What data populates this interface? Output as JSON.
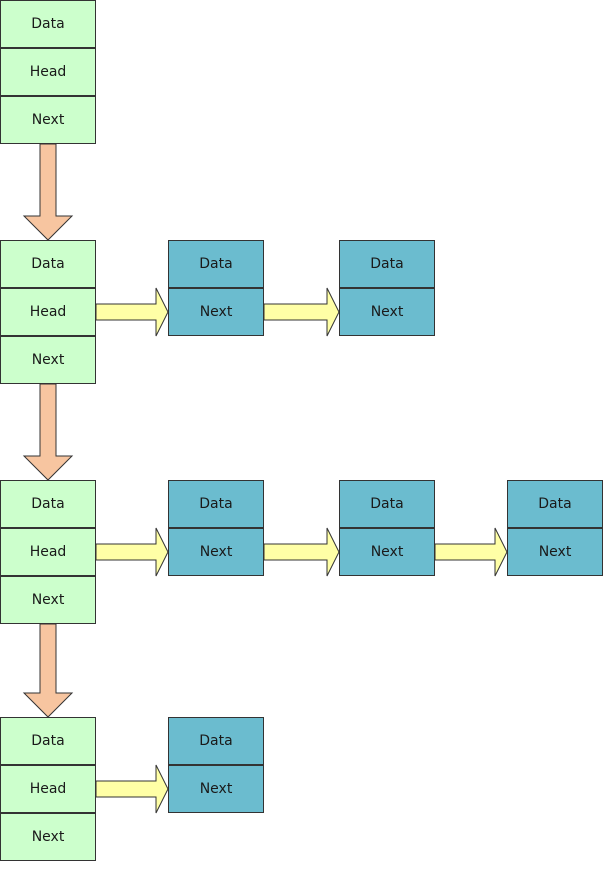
{
  "colors": {
    "head_node_fill": "#ccffcc",
    "list_node_fill": "#6bbccf",
    "node_stroke": "#333333",
    "down_arrow_fill": "#f7c5a0",
    "right_arrow_fill": "#ffffa6"
  },
  "head_nodes": [
    {
      "data": "Data",
      "head": "Head",
      "next": "Next",
      "list": []
    },
    {
      "data": "Data",
      "head": "Head",
      "next": "Next",
      "list": [
        {
          "data": "Data",
          "next": "Next"
        },
        {
          "data": "Data",
          "next": "Next"
        }
      ]
    },
    {
      "data": "Data",
      "head": "Head",
      "next": "Next",
      "list": [
        {
          "data": "Data",
          "next": "Next"
        },
        {
          "data": "Data",
          "next": "Next"
        },
        {
          "data": "Data",
          "next": "Next"
        }
      ]
    },
    {
      "data": "Data",
      "head": "Head",
      "next": "Next",
      "list": [
        {
          "data": "Data",
          "next": "Next"
        }
      ]
    }
  ]
}
